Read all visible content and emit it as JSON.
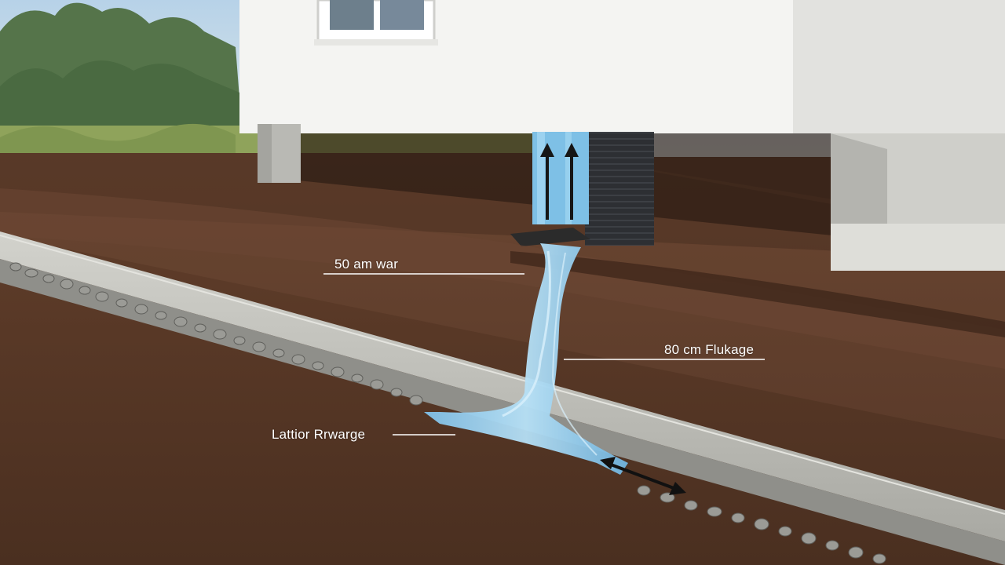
{
  "labels": {
    "top_left": "50 am war",
    "right": "80 cm Flukage",
    "bottom_left": "Lattior Rrwarge"
  },
  "colors": {
    "sky": "#b9d3e6",
    "foliage": "#55744a",
    "grass": "#8fa35b",
    "soil": "#5a3a28",
    "soil_dark": "#3f271a",
    "concrete": "#c9c9c4",
    "house_wall": "#f4f4f2",
    "water": "#8ec9ec",
    "gravel": "#9b9b96"
  }
}
